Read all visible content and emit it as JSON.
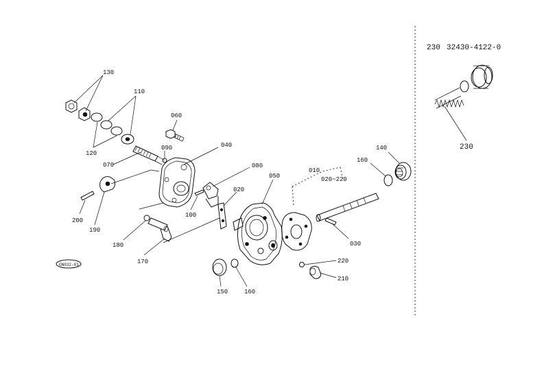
{
  "inset": {
    "ref": "230",
    "part_number": "32430-4122-0"
  },
  "callouts": {
    "c130": "130",
    "c110": "110",
    "c120": "120",
    "c060": "060",
    "c090": "090",
    "c070": "070",
    "c040": "040",
    "c080": "080",
    "c050": "050",
    "c010": "010",
    "c020_220": "020~220",
    "c160a": "160",
    "c140": "140",
    "c020": "020",
    "c100": "100",
    "c200": "200",
    "c190": "190",
    "c180": "180",
    "c170": "170",
    "c030": "030",
    "c220": "220",
    "c210": "210",
    "c150": "150",
    "c160b": "160",
    "c230": "230"
  },
  "stamp": "ON032-01"
}
